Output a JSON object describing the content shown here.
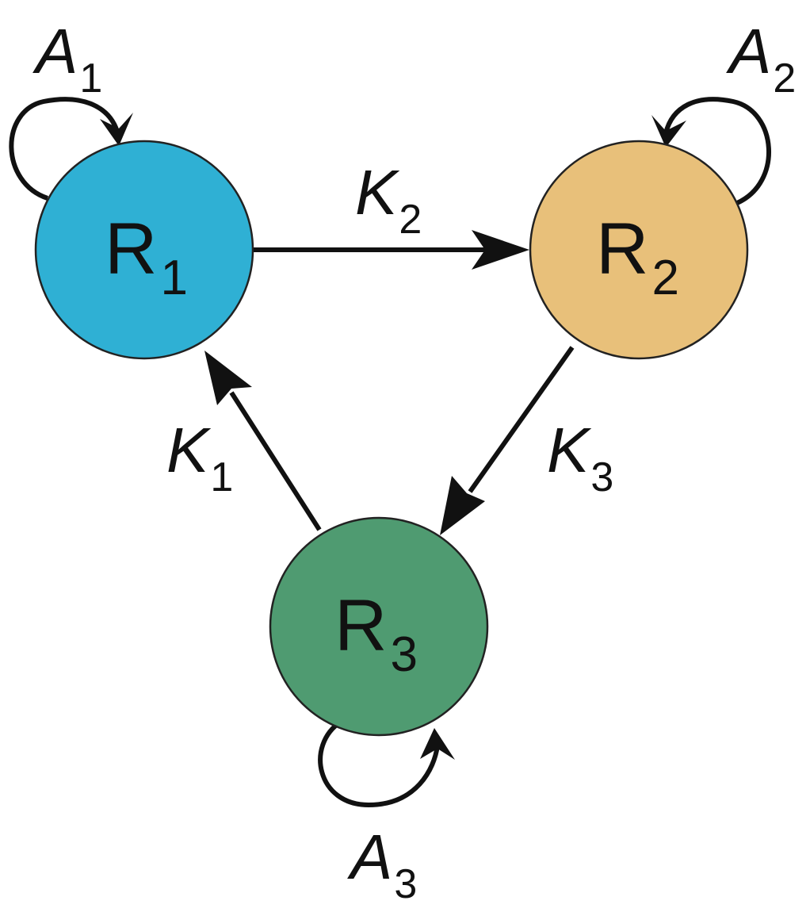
{
  "diagram": {
    "nodes": [
      {
        "id": "R1",
        "letter": "R",
        "subscript": "1",
        "color": "#2fb0d4"
      },
      {
        "id": "R2",
        "letter": "R",
        "subscript": "2",
        "color": "#e8c07a"
      },
      {
        "id": "R3",
        "letter": "R",
        "subscript": "3",
        "color": "#4f9b71"
      }
    ],
    "edges": [
      {
        "from": "R1",
        "to": "R2",
        "letter": "K",
        "subscript": "2"
      },
      {
        "from": "R2",
        "to": "R3",
        "letter": "K",
        "subscript": "3"
      },
      {
        "from": "R3",
        "to": "R1",
        "letter": "K",
        "subscript": "1"
      }
    ],
    "self_loops": [
      {
        "node": "R1",
        "letter": "A",
        "subscript": "1"
      },
      {
        "node": "R2",
        "letter": "A",
        "subscript": "2"
      },
      {
        "node": "R3",
        "letter": "A",
        "subscript": "3"
      }
    ]
  }
}
